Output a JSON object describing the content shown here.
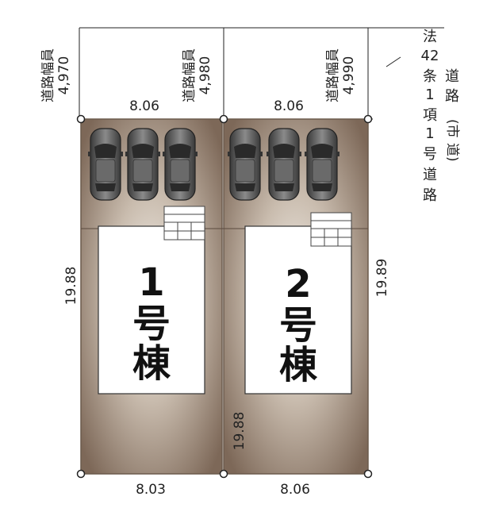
{
  "road": {
    "width_label": "道路幅員",
    "width_1": "4,970",
    "width_2": "4,980",
    "width_3": "4,990",
    "type_lines": [
      "法",
      "42",
      "条",
      "1",
      "項",
      "1",
      "号",
      "道",
      "路"
    ],
    "name_lines": [
      "道",
      "路",
      "(市",
      "道)"
    ]
  },
  "lots": [
    {
      "label_number": "1",
      "label_kanji_1": "号",
      "label_kanji_2": "棟",
      "top_width": "8.06",
      "bottom_width": "8.03",
      "side_left": "19.88"
    },
    {
      "label_number": "2",
      "label_kanji_1": "号",
      "label_kanji_2": "棟",
      "top_width": "8.06",
      "bottom_width": "8.06",
      "side_left": "19.88",
      "side_right": "19.89"
    }
  ],
  "colors": {
    "lot_fill": "#8b7766",
    "lot_edge": "#6b5a4c",
    "house_fill": "#ffffff",
    "car_fill": "#555555"
  },
  "icons": [
    "car-icon",
    "stairs-icon"
  ]
}
